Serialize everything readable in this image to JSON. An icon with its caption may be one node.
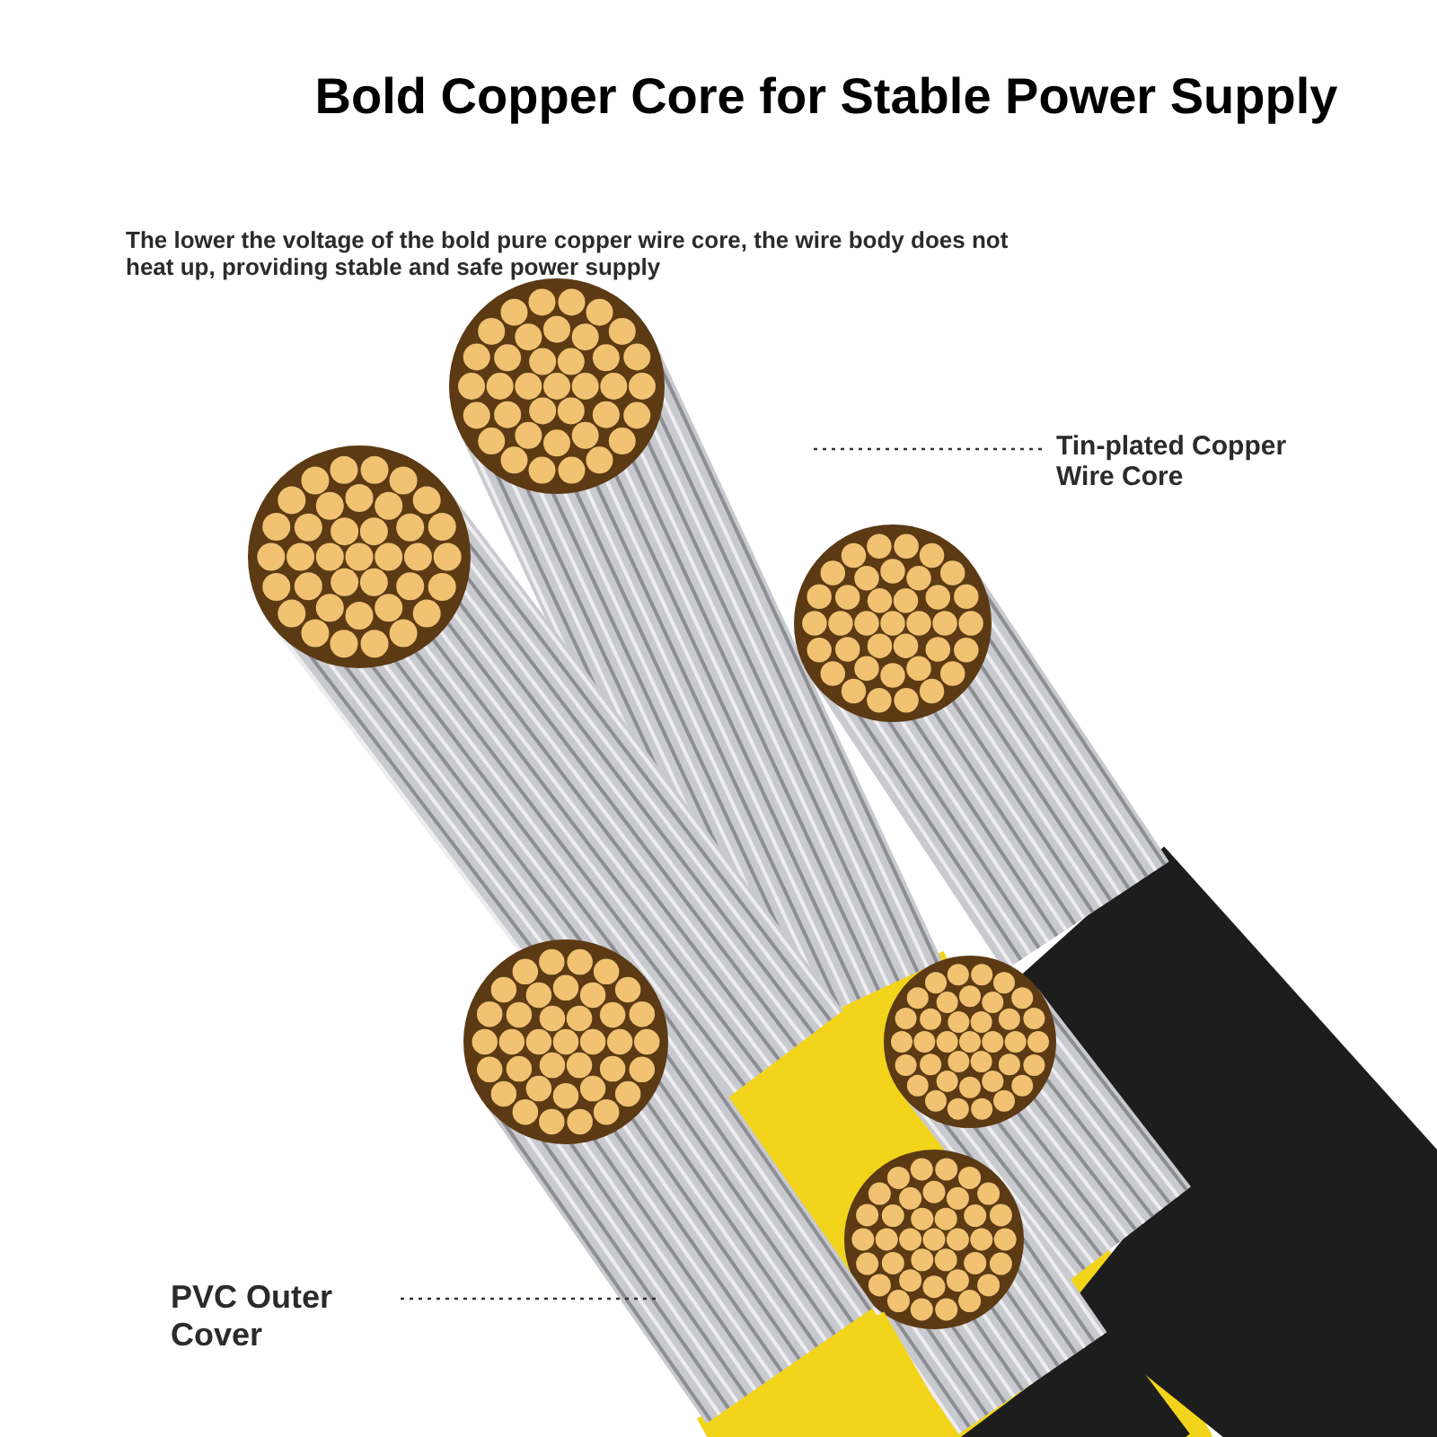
{
  "diagram": {
    "title": "Bold Copper Core for Stable Power Supply",
    "nodes": [
      {
        "text": [
          "Tin-plated Copper Wire Core"
        ]
      },
      {
        "text": [
          "PVC Outer Cover"
        ]
      }
    ],
    "edges": [
      {
        "from": 0,
        "to": null,
        "arrow": "none",
        "style": "dashed"
      },
      {
        "from": 1,
        "to": null,
        "arrow": "none",
        "style": "dashed"
      }
    ],
    "labels": [
      "The lower the voltage of the bold pure copper wire core, the wire body does not heat up, providing stable and safe power supply"
    ]
  }
}
